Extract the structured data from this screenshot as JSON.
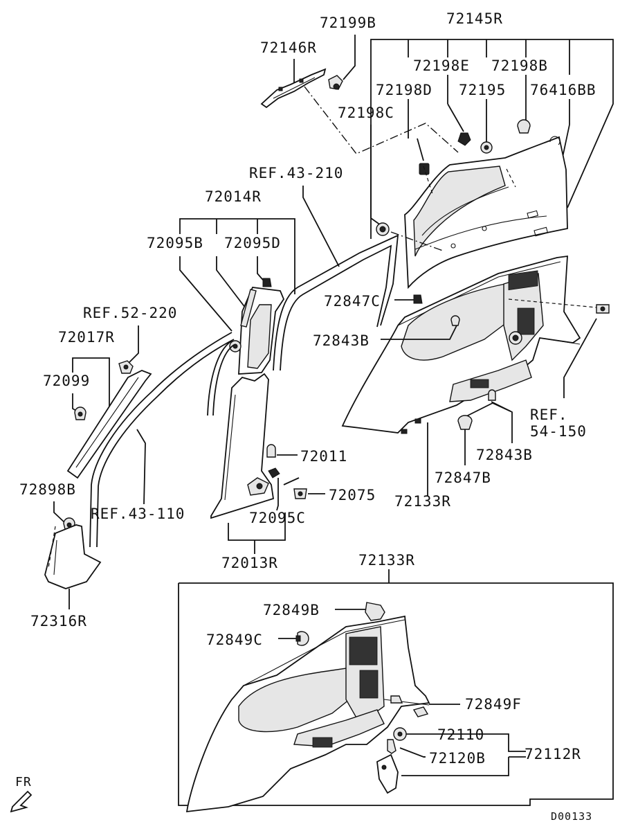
{
  "diagram_id": "D00133",
  "direction_label": "FR",
  "callouts": {
    "p72199B": "72199B",
    "p72146R": "72146R",
    "p72145R": "72145R",
    "p72198E": "72198E",
    "p72198B": "72198B",
    "p72198D": "72198D",
    "p72195": "72195",
    "p76416BB": "76416BB",
    "p72198C": "72198C",
    "ref43_210": "REF.43-210",
    "p72014R": "72014R",
    "p72095B": "72095B",
    "p72095D": "72095D",
    "ref52_220": "REF.52-220",
    "p72017R": "72017R",
    "p72099": "72099",
    "p72847C": "72847C",
    "p72843B_top": "72843B",
    "ref54_150_a": "REF.",
    "ref54_150_b": "54-150",
    "p72843B_bot": "72843B",
    "p72847B": "72847B",
    "p72133R_top": "72133R",
    "p72011": "72011",
    "p72075": "72075",
    "p72095C": "72095C",
    "p72898B": "72898B",
    "ref43_110": "REF.43-110",
    "p72013R": "72013R",
    "p72316R": "72316R",
    "p72133R_box": "72133R",
    "p72849B": "72849B",
    "p72849C": "72849C",
    "p72849F": "72849F",
    "p72110": "72110",
    "p72120B": "72120B",
    "p72112R": "72112R"
  }
}
